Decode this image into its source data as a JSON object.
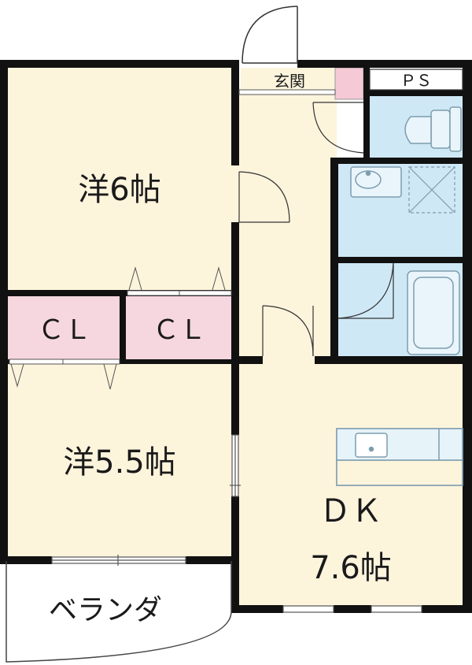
{
  "rooms": {
    "western_6": "洋6帖",
    "cl_left": "ＣＬ",
    "cl_right": "ＣＬ",
    "western_55": "洋5.5帖",
    "dk": "ＤＫ",
    "dk_size": "7.6帖",
    "veranda": "ベランダ",
    "entrance": "玄関",
    "ps": "ＰＳ"
  },
  "colors": {
    "room_fill": "#fdf4dc",
    "wet_fill": "#cfe8f6",
    "closet_fill": "#f6d6df",
    "shoebox_fill": "#f5c9d6",
    "wall": "#111111",
    "fixture_stroke": "#8aa9b8"
  }
}
